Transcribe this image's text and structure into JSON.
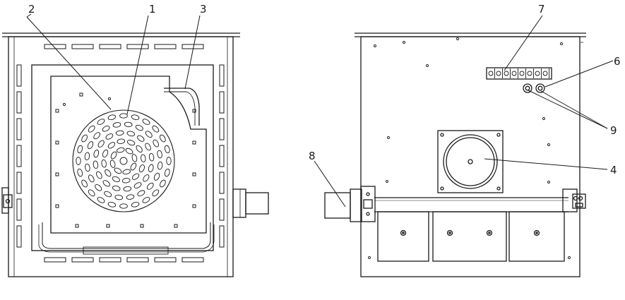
{
  "diagram": {
    "callouts": {
      "c1": "1",
      "c2": "2",
      "c3": "3",
      "c4": "4",
      "c6": "6",
      "c7": "7",
      "c8": "8",
      "c9": "9"
    }
  },
  "colors": {
    "line": "#1a1a1a",
    "background": "#ffffff"
  }
}
